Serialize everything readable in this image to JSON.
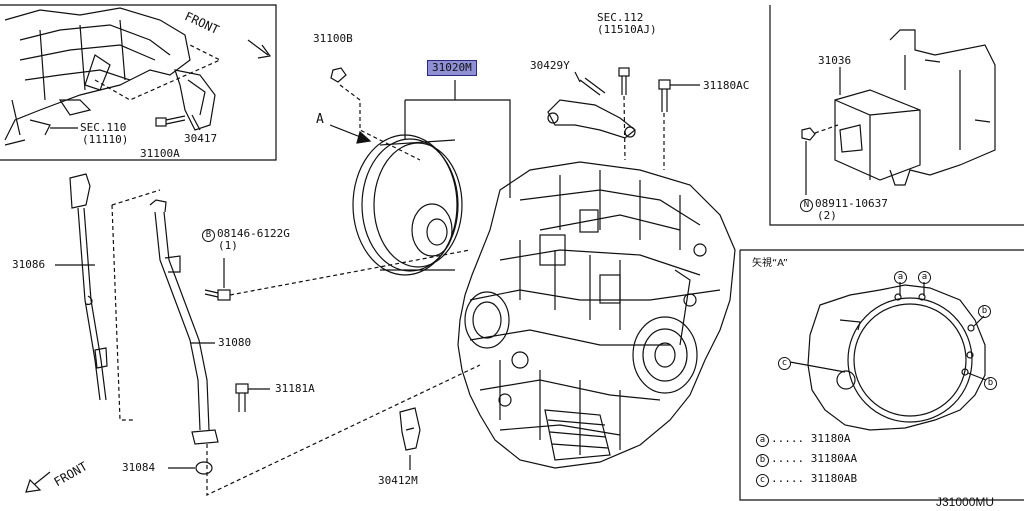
{
  "labels": {
    "front_top": "FRONT",
    "front_bottom": "FRONT",
    "sec110": "SEC.110",
    "sec110_sub": "(11110)",
    "p30417": "30417",
    "p31100A": "31100A",
    "p31100B": "31100B",
    "p31020M": "31020M",
    "p30429Y": "30429Y",
    "sec112": "SEC.112",
    "sec112_sub": "(11510AJ)",
    "p31180AC": "31180AC",
    "p31036": "31036",
    "p08911": "08911-10637",
    "p08911_qty": "(2)",
    "p08146": "08146-6122G",
    "p08146_qty": "(1)",
    "p31086": "31086",
    "p31080": "31080",
    "p31181A": "31181A",
    "p31084": "31084",
    "p30412M": "30412M",
    "arrow_a": "A",
    "view_a": "矢視“A”",
    "code": "J31000MU"
  },
  "legend": [
    {
      "mark": "a",
      "part": "31180A"
    },
    {
      "mark": "b",
      "part": "31180AA"
    },
    {
      "mark": "c",
      "part": "31180AB"
    }
  ],
  "markers": {
    "b_circle": "B",
    "n_circle": "N",
    "a": "a",
    "b": "b",
    "c": "c"
  }
}
